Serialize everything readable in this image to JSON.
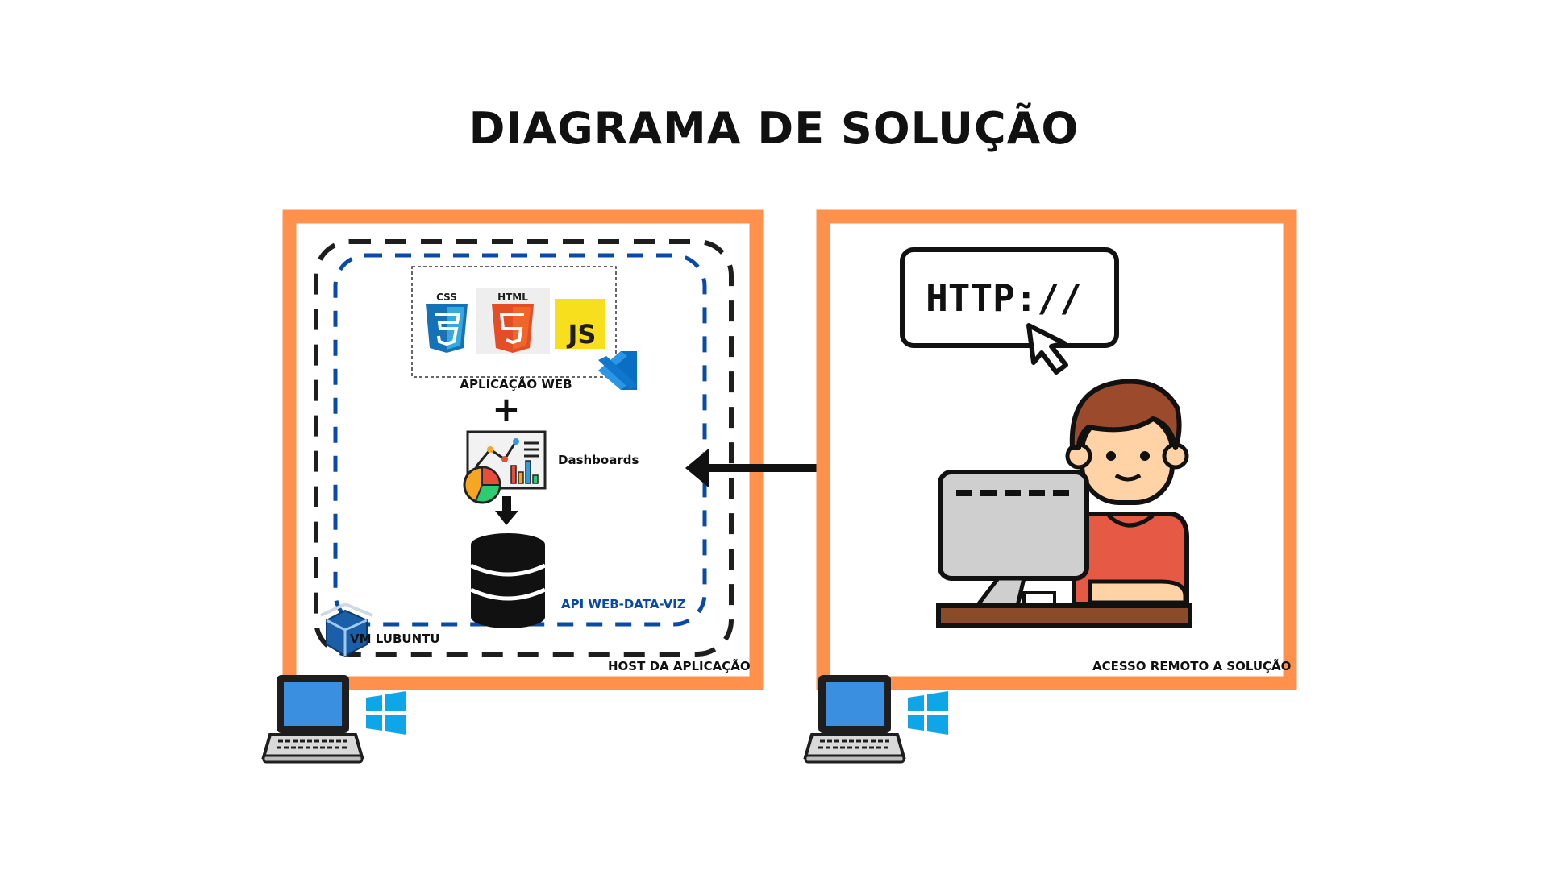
{
  "title": "DIAGRAMA DE SOLUÇÃO",
  "host_panel": {
    "label": "HOST DA APLICAÇÃO",
    "vm_label": "VM LUBUNTU",
    "api_label": "API WEB-DATA-VIZ",
    "web_app": {
      "label": "APLICAÇÃO WEB",
      "badges": {
        "css": "CSS",
        "html": "HTML",
        "js": "JS"
      }
    },
    "plus_symbol": "+",
    "dashboards_label": "Dashboards"
  },
  "remote_panel": {
    "label": "ACESSO REMOTO A SOLUÇÃO",
    "http_text": "HTTP://"
  },
  "colors": {
    "panel_border": "#ff914d",
    "vm_dash": "#1e1e1e",
    "api_dash": "#0a4aa6",
    "windows_blue": "#0ea5e9",
    "css_blue": "#1572b6",
    "html_orange": "#e44d26",
    "js_yellow": "#f7df1e"
  },
  "icons": [
    "css3-icon",
    "html5-icon",
    "javascript-icon",
    "vscode-icon",
    "dashboard-icon",
    "database-icon",
    "virtualbox-icon",
    "laptop-icon",
    "windows-icon",
    "cursor-icon",
    "user-at-computer-icon",
    "bidirectional-arrow-icon",
    "arrow-down-icon"
  ]
}
